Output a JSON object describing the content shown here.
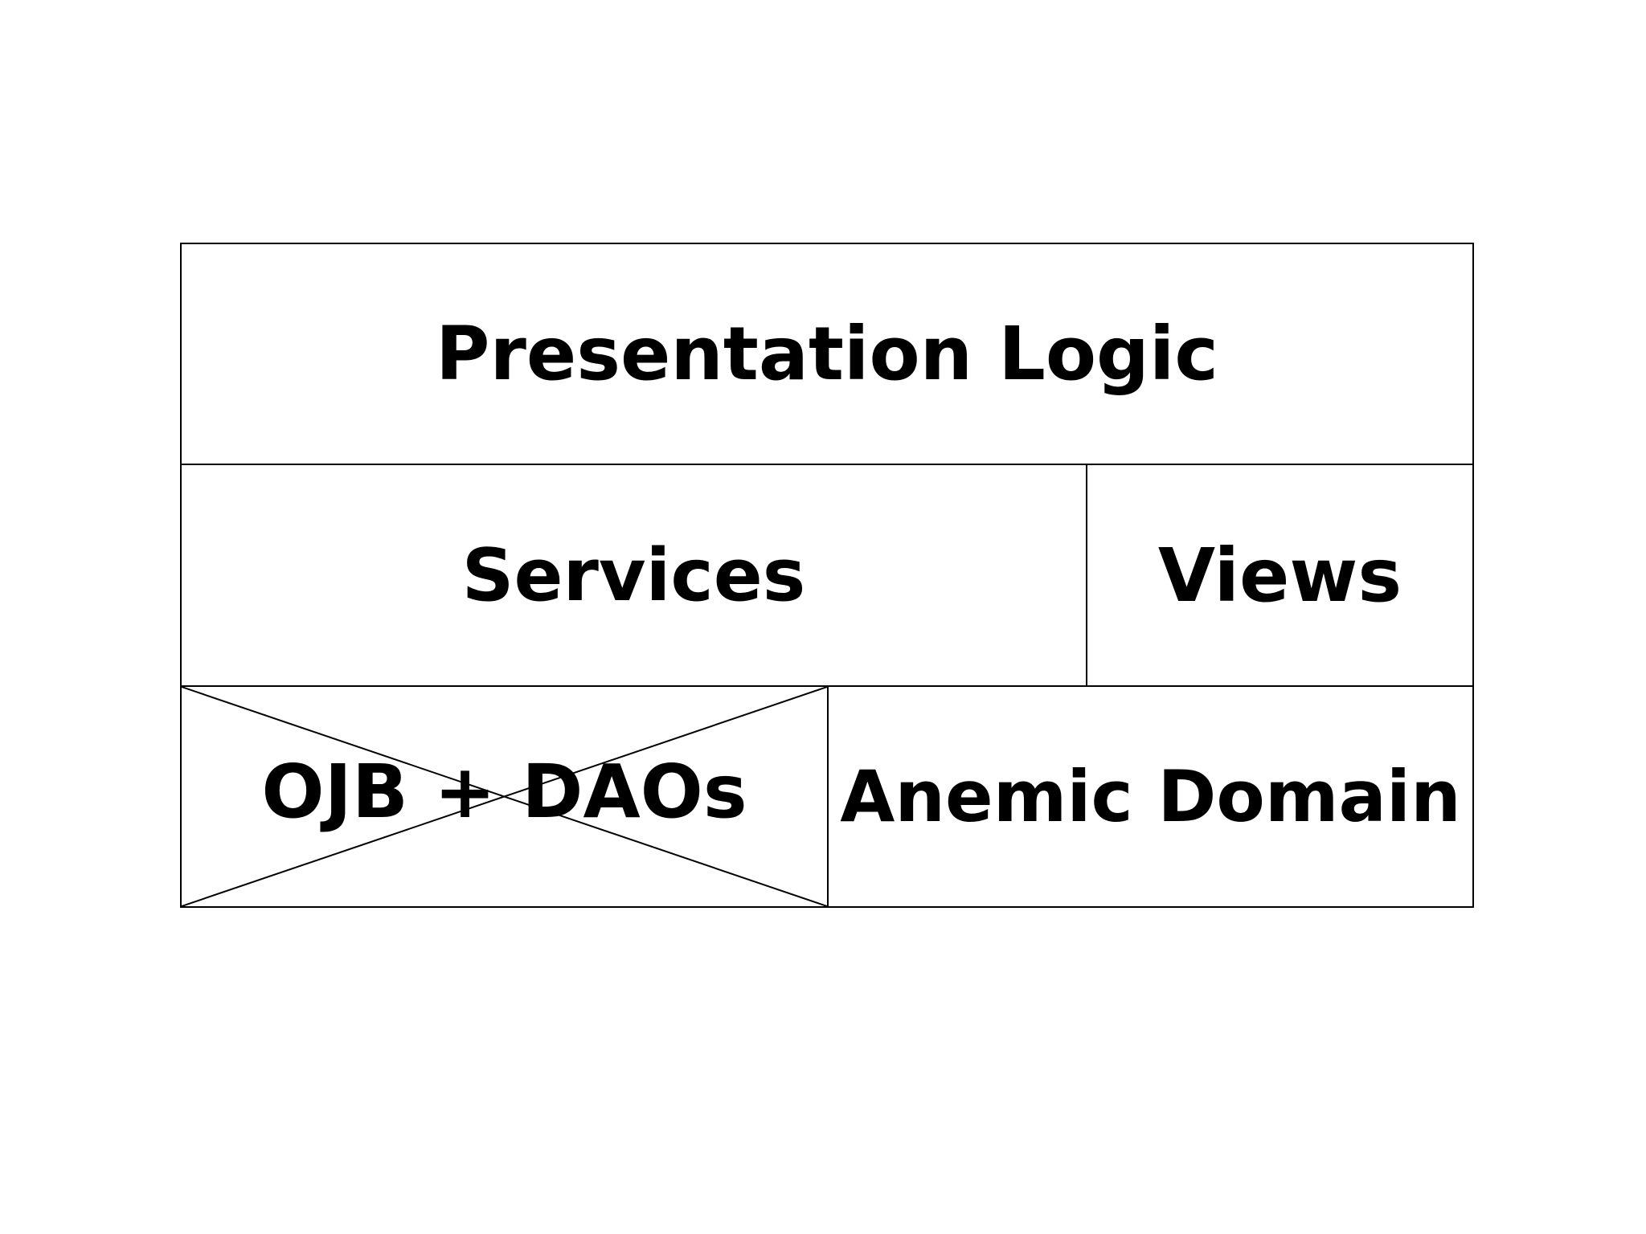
{
  "diagram": {
    "layers": {
      "presentation": {
        "label": "Presentation Logic"
      },
      "services": {
        "label": "Services"
      },
      "views": {
        "label": "Views"
      },
      "ojb_daos": {
        "label": "OJB + DAOs",
        "crossed_out": true
      },
      "anemic_domain": {
        "label": "Anemic Domain"
      }
    },
    "colors": {
      "stroke": "#000000",
      "background": "#ffffff"
    }
  }
}
